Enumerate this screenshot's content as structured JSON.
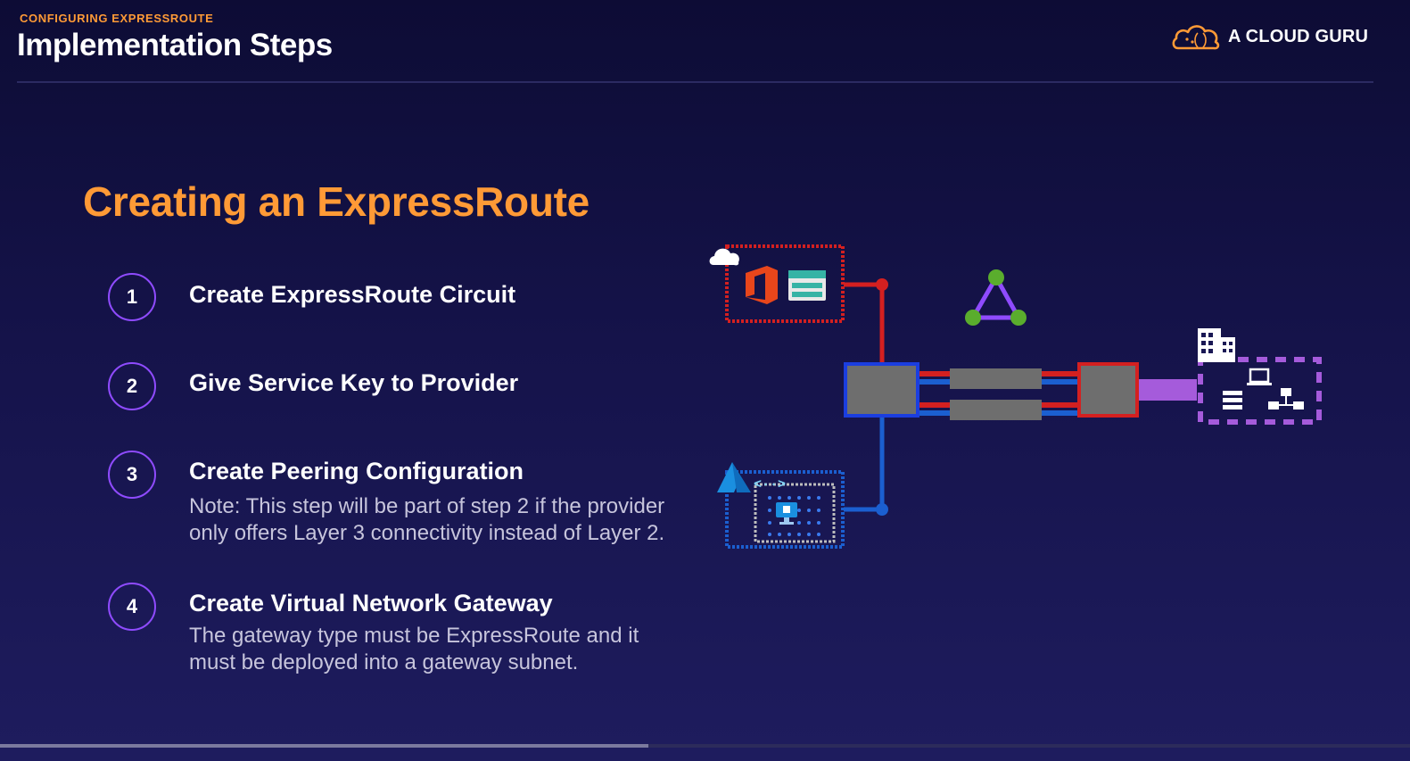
{
  "header": {
    "eyebrow": "CONFIGURING EXPRESSROUTE",
    "title": "Implementation Steps",
    "brand": "A CLOUD GURU"
  },
  "section_heading": "Creating an ExpressRoute",
  "steps": [
    {
      "number": "1",
      "title": "Create ExpressRoute Circuit",
      "note": ""
    },
    {
      "number": "2",
      "title": "Give Service Key to Provider",
      "note": ""
    },
    {
      "number": "3",
      "title": "Create Peering Configuration",
      "note": "Note: This step will be part of step 2 if the provider only offers Layer 3 connectivity instead of Layer 2."
    },
    {
      "number": "4",
      "title": "Create Virtual Network Gateway",
      "note": "The gateway type must be ExpressRoute and it must be deployed into a gateway subnet."
    }
  ],
  "diagram": {
    "icons": [
      "cloud-icon",
      "office365-icon",
      "storage-icon",
      "azure-logo-icon",
      "vnet-icon",
      "virtual-machine-icon",
      "peering-triangle-icon",
      "building-icon",
      "laptop-icon",
      "server-icon",
      "network-icon"
    ]
  },
  "colors": {
    "accent": "#ff9a36",
    "step_circle": "#8f4bff",
    "microsoft_peering": "#d42020",
    "private_peering": "#1b5fd0",
    "on_prem": "#a55bdb",
    "background": "#14124a"
  },
  "progress": {
    "fraction": 0.46
  }
}
